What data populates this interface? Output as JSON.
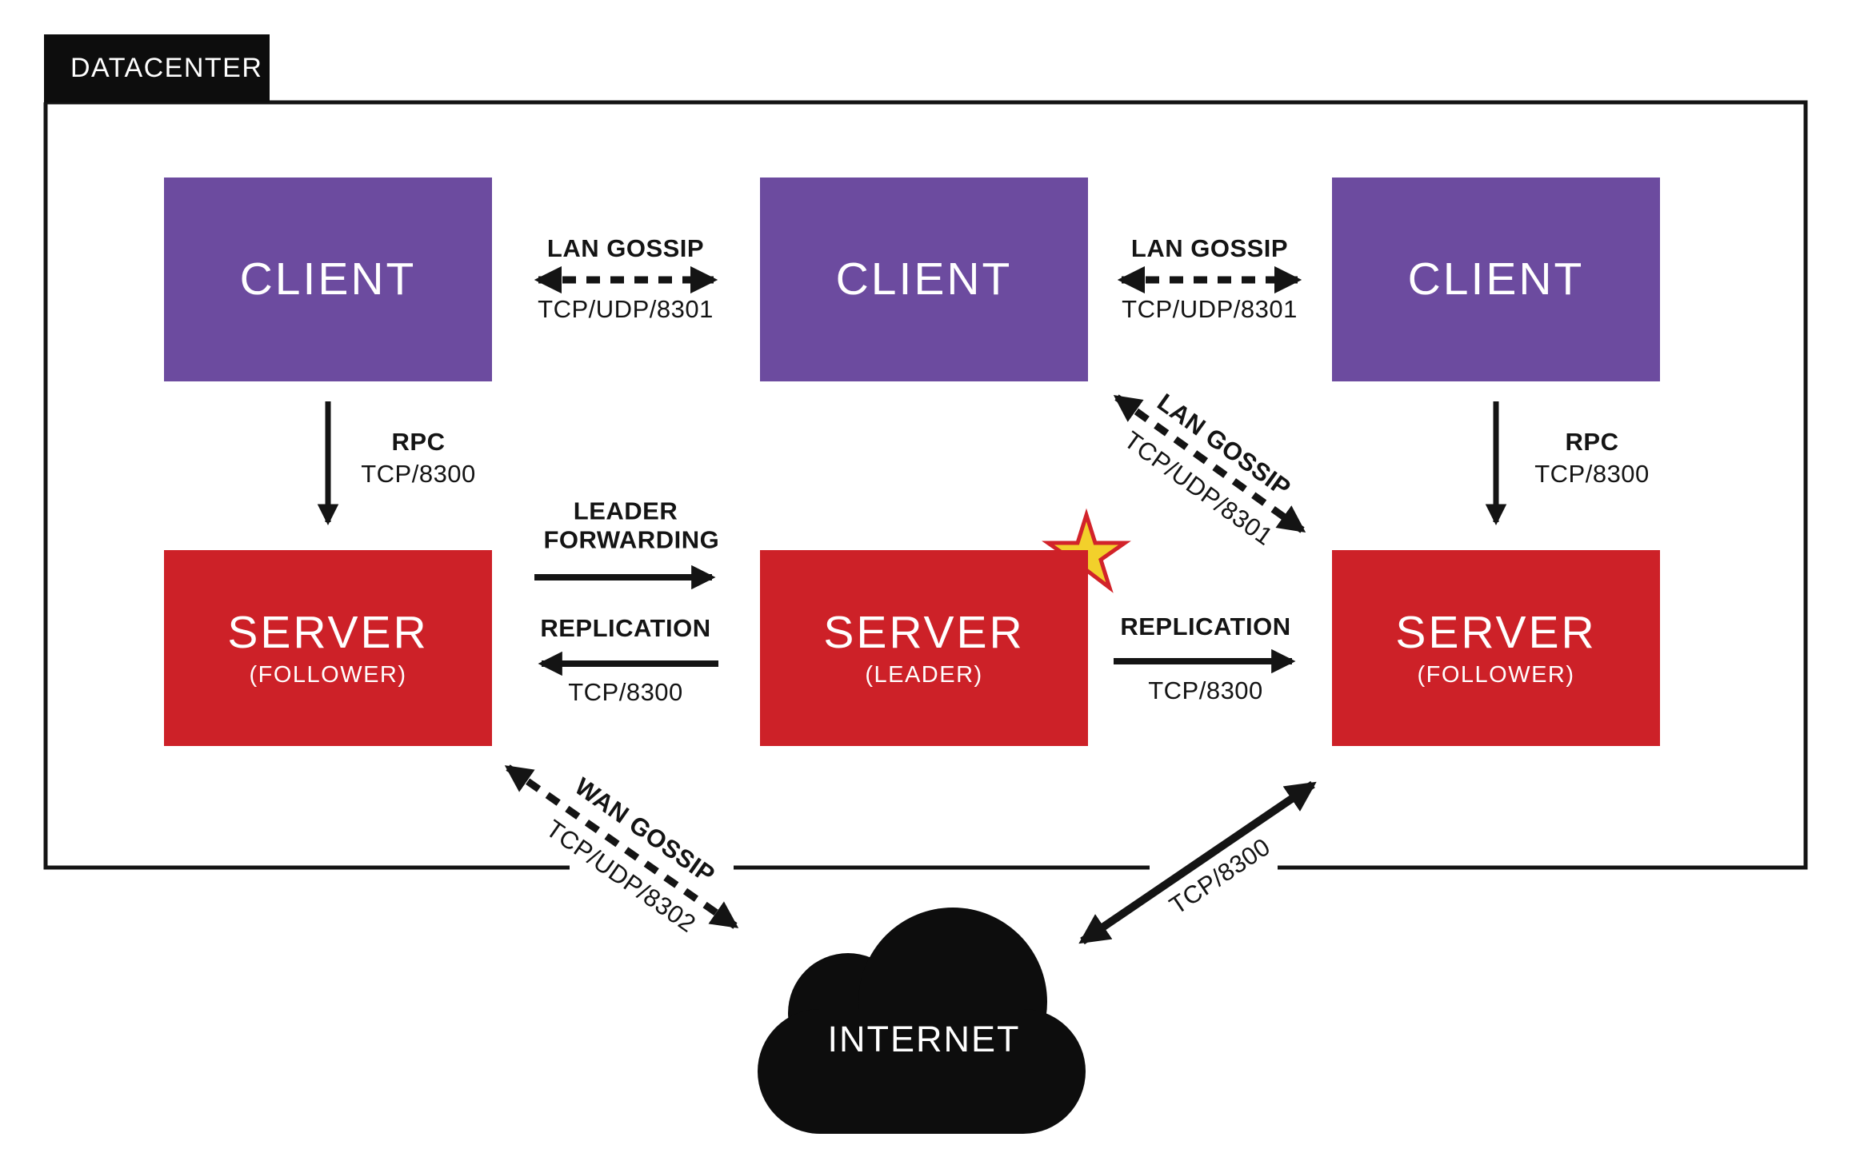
{
  "colors": {
    "client": "#6c4b9f",
    "server": "#cd2128",
    "ink": "#141414",
    "panel": "#0d0d0d",
    "star_fill": "#f2d02b",
    "star_stroke": "#d2232a"
  },
  "datacenter": {
    "label": "DATACENTER"
  },
  "nodes": {
    "client_left": {
      "label": "CLIENT"
    },
    "client_middle": {
      "label": "CLIENT"
    },
    "client_right": {
      "label": "CLIENT"
    },
    "server_left": {
      "label": "SERVER",
      "role": "(FOLLOWER)"
    },
    "server_middle": {
      "label": "SERVER",
      "role": "(LEADER)"
    },
    "server_right": {
      "label": "SERVER",
      "role": "(FOLLOWER)"
    },
    "internet": {
      "label": "INTERNET"
    }
  },
  "edges": {
    "lan_gossip_left": {
      "label": "LAN GOSSIP",
      "protocol": "TCP/UDP/8301"
    },
    "lan_gossip_right": {
      "label": "LAN GOSSIP",
      "protocol": "TCP/UDP/8301"
    },
    "lan_gossip_diagonal": {
      "label": "LAN GOSSIP",
      "protocol": "TCP/UDP/8301"
    },
    "rpc_left": {
      "label": "RPC",
      "protocol": "TCP/8300"
    },
    "rpc_right": {
      "label": "RPC",
      "protocol": "TCP/8300"
    },
    "leader_forwarding": {
      "label": "LEADER FORWARDING"
    },
    "replication_to_left": {
      "label": "REPLICATION",
      "protocol": "TCP/8300"
    },
    "replication_to_right": {
      "label": "REPLICATION",
      "protocol": "TCP/8300"
    },
    "wan_gossip": {
      "label": "WAN GOSSIP",
      "protocol": "TCP/UDP/8302"
    },
    "internet_link": {
      "protocol": "TCP/8300"
    }
  }
}
